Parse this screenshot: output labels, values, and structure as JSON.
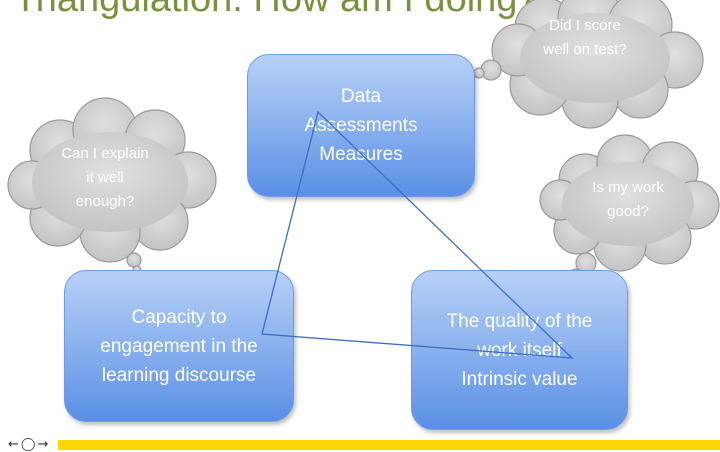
{
  "title": "Triangulation: How am I doing?",
  "boxes": {
    "data": [
      "Data",
      "Assessments",
      "Measures"
    ],
    "capacity": [
      "Capacity to",
      "engagement in the",
      "learning discourse"
    ],
    "quality": [
      "The quality of the",
      "work itself",
      "Intrinsic value"
    ]
  },
  "clouds": {
    "score": [
      "Did I score",
      "well on test?"
    ],
    "explain": [
      "Can I explain",
      "it well",
      "enough?"
    ],
    "work": [
      "Is my work",
      "good?"
    ]
  },
  "colors": {
    "title": "#76923c",
    "box_top": "#b7d0f6",
    "box_bottom": "#5a8fe6",
    "cloud_fill": "#cfcfcf",
    "triangle": "#3a6fc4",
    "bar": "#ffd700"
  },
  "footer": {
    "icon": "nav-arrows-icon"
  }
}
